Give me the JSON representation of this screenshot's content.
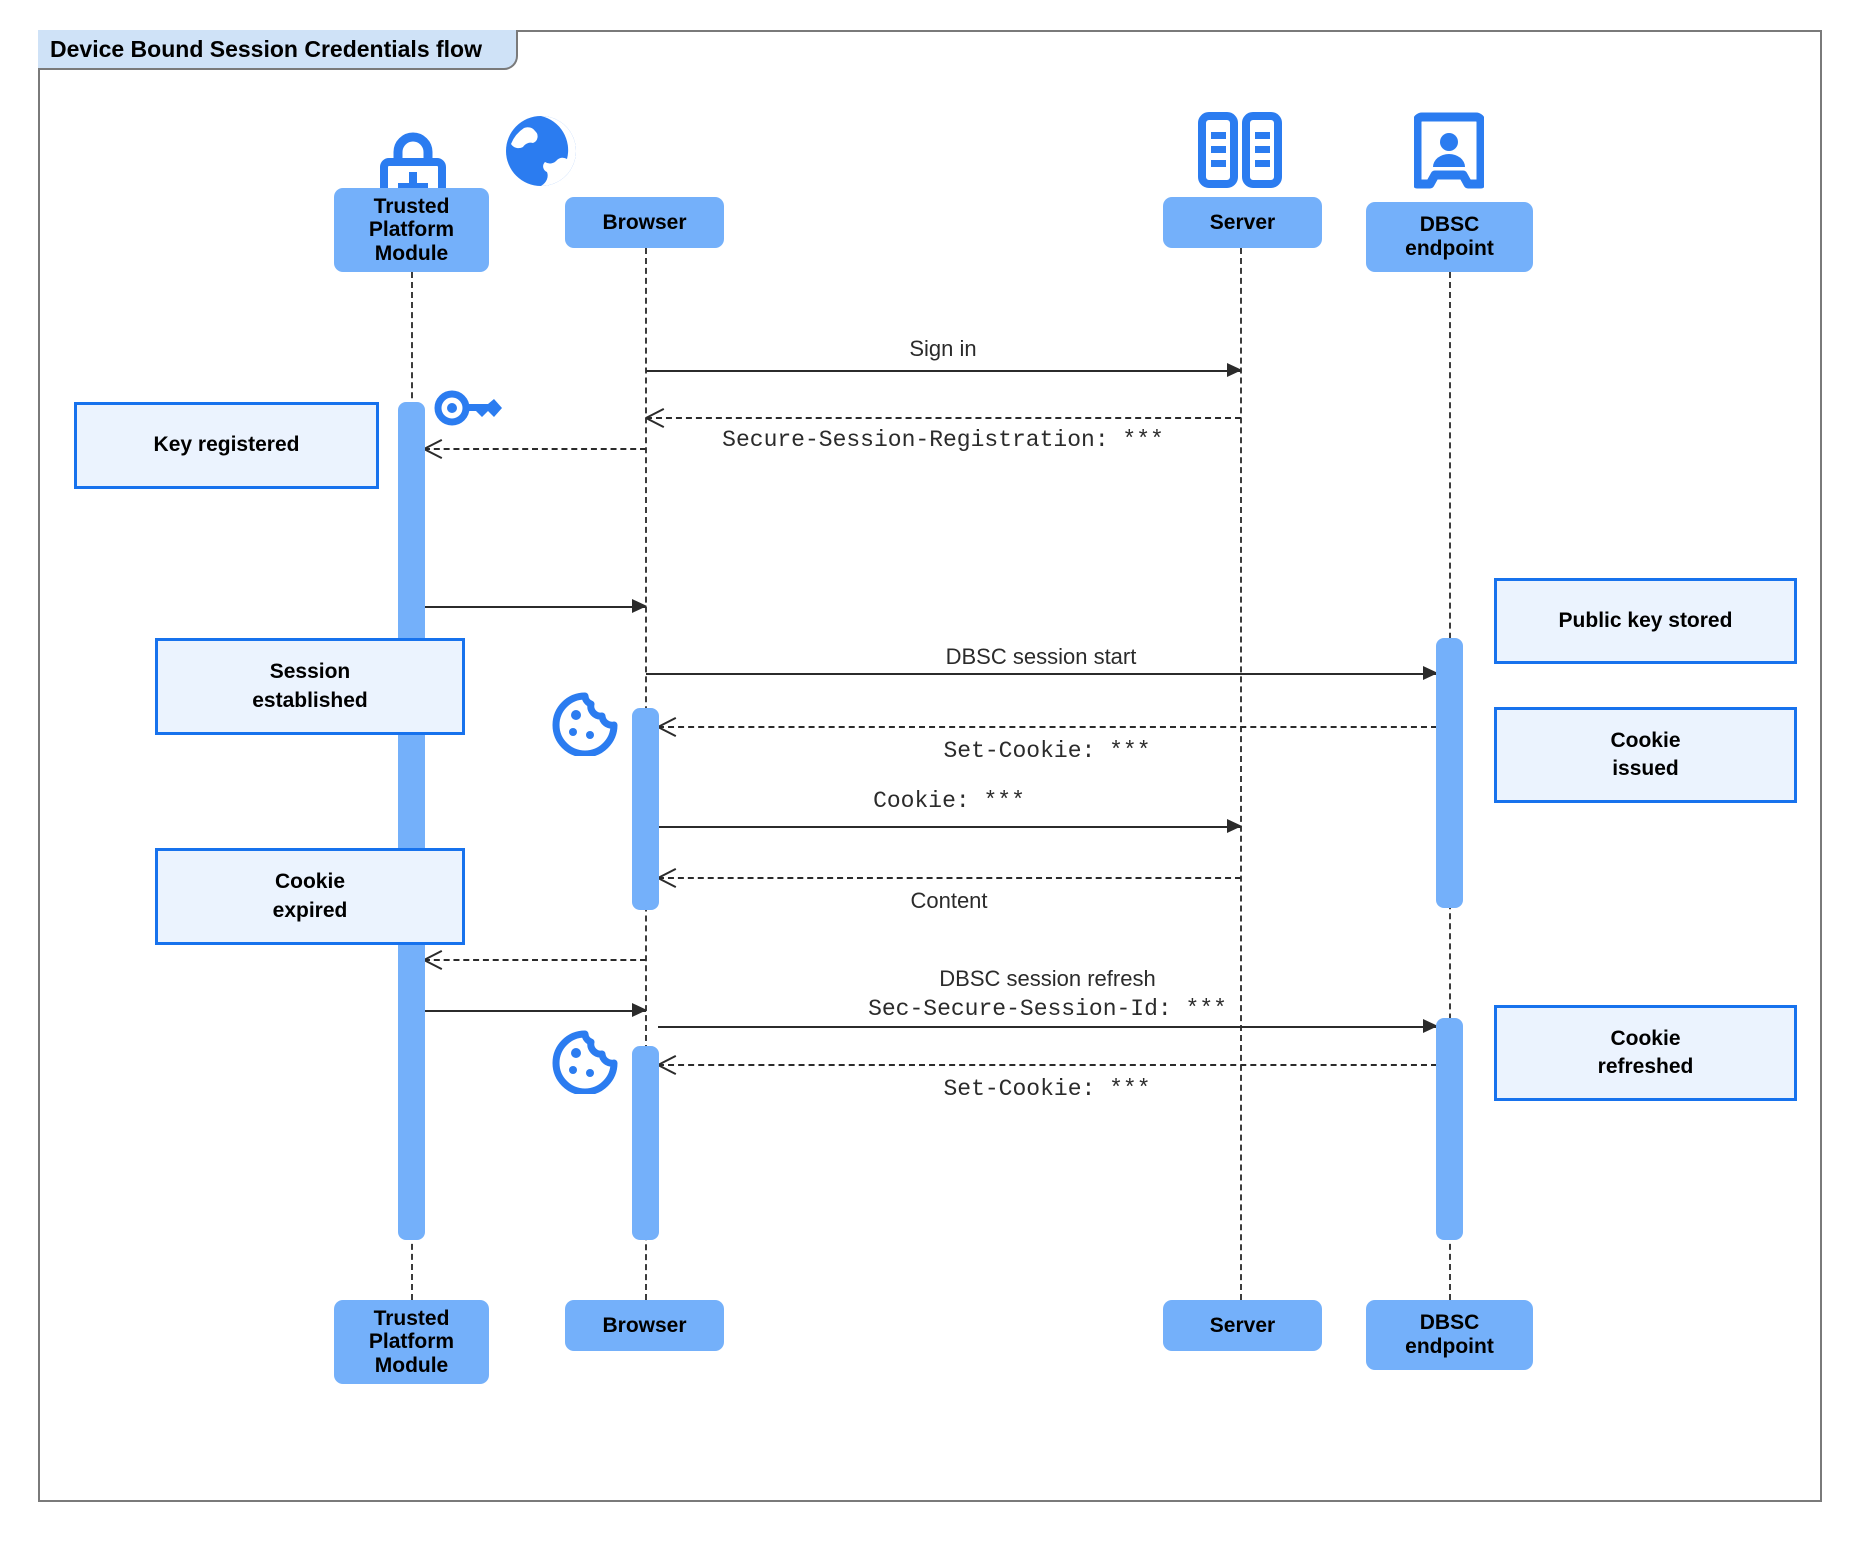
{
  "diagram": {
    "title": "Device Bound Session Credentials flow",
    "colors": {
      "actor_fill": "#74b0fa",
      "note_fill": "#ebf3fe",
      "note_border": "#1772ed",
      "icon_blue": "#2b7cf0",
      "title_tab": "#cfe2f7",
      "frame_border": "#7a7a7a",
      "line": "#2b2b2b"
    }
  },
  "actors": [
    {
      "id": "tpm",
      "name": "Trusted Platform Module",
      "label": "Trusted\nPlatform\nModule",
      "icon": "lock-plus-icon"
    },
    {
      "id": "browser",
      "name": "Browser",
      "label": "Browser",
      "icon": "globe-icon"
    },
    {
      "id": "server",
      "name": "Server",
      "label": "Server",
      "icon": "server-racks-icon"
    },
    {
      "id": "dbsc",
      "name": "DBSC endpoint",
      "label": "DBSC\nendpoint",
      "icon": "id-badge-icon"
    }
  ],
  "messages": [
    {
      "id": "m1",
      "from": "browser",
      "to": "server",
      "style": "solid",
      "label": "Sign in",
      "label_font": "sans"
    },
    {
      "id": "m2",
      "from": "server",
      "to": "browser",
      "style": "dashed",
      "label": "Secure-Session-Registration: ***",
      "label_font": "mono"
    },
    {
      "id": "m3",
      "from": "browser",
      "to": "tpm",
      "style": "dashed",
      "label": "",
      "label_font": "sans"
    },
    {
      "id": "m4",
      "from": "tpm",
      "to": "browser",
      "style": "solid",
      "label": "",
      "label_font": "sans"
    },
    {
      "id": "m5",
      "from": "browser",
      "to": "dbsc",
      "style": "solid",
      "label": "DBSC session start",
      "label_font": "sans"
    },
    {
      "id": "m6",
      "from": "dbsc",
      "to": "browser",
      "style": "dashed",
      "label": "Set-Cookie: ***",
      "label_font": "mono"
    },
    {
      "id": "m7",
      "from": "browser",
      "to": "server",
      "style": "solid",
      "label": "Cookie: ***",
      "label_font": "mono"
    },
    {
      "id": "m8",
      "from": "server",
      "to": "browser",
      "style": "dashed",
      "label": "Content",
      "label_font": "sans"
    },
    {
      "id": "m9",
      "from": "browser",
      "to": "tpm",
      "style": "dashed",
      "label": "",
      "label_font": "sans"
    },
    {
      "id": "m10",
      "from": "tpm",
      "to": "browser",
      "style": "solid",
      "label": "",
      "label_font": "sans"
    },
    {
      "id": "m11",
      "from": "browser",
      "to": "dbsc",
      "style": "solid",
      "label_line1": "DBSC session refresh",
      "label_line2": "Sec-Secure-Session-Id: ***"
    },
    {
      "id": "m12",
      "from": "dbsc",
      "to": "browser",
      "style": "dashed",
      "label": "Set-Cookie: ***",
      "label_font": "mono"
    }
  ],
  "notes": [
    {
      "id": "n1",
      "side": "left",
      "attached_to": "tpm",
      "text": "Key registered"
    },
    {
      "id": "n2",
      "side": "left",
      "attached_to": "tpm",
      "text": "Session\nestablished"
    },
    {
      "id": "n3",
      "side": "left",
      "attached_to": "tpm",
      "text": "Cookie\nexpired"
    },
    {
      "id": "n4",
      "side": "right",
      "attached_to": "dbsc",
      "text": "Public key stored"
    },
    {
      "id": "n5",
      "side": "right",
      "attached_to": "dbsc",
      "text": "Cookie\nissued"
    },
    {
      "id": "n6",
      "side": "right",
      "attached_to": "dbsc",
      "text": "Cookie\nrefreshed"
    }
  ],
  "inline_icons": [
    {
      "id": "i1",
      "icon": "key-icon",
      "near": "tpm"
    },
    {
      "id": "i2",
      "icon": "cookie-icon",
      "near": "browser"
    },
    {
      "id": "i3",
      "icon": "cookie-icon",
      "near": "browser"
    }
  ]
}
